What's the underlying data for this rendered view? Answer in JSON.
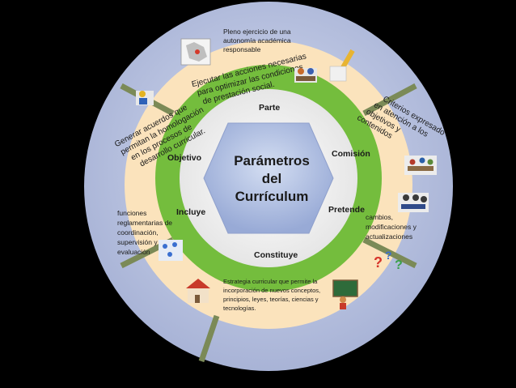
{
  "center": {
    "title_lines": [
      "Parámetros",
      "del",
      "Currículum"
    ]
  },
  "ring_labels": {
    "top": "Parte",
    "upper_left": "Objetivo",
    "upper_right": "Comisión",
    "lower_left": "Incluye",
    "lower_right": "Pretende",
    "bottom": "Constituye"
  },
  "outer_notes": {
    "top": [
      "Pleno ejercicio de una",
      "autonomía académica",
      "responsable"
    ],
    "top_curved": [
      "Ejecutar las acciones necesarias",
      "para optimizar las condiciones",
      "de prestación social."
    ],
    "left_curved": [
      "Generar acuerdos que",
      "permitan la homologación",
      "en los procesos de",
      "desarrollo curricular."
    ],
    "right_curved": [
      "Criterios expresado",
      "en atención a los",
      "objetivos y",
      "contenidos"
    ],
    "left": [
      "funciones",
      "reglamentarias de",
      "coordinación,",
      "supervisión y",
      "evaluación"
    ],
    "right": [
      "cambios,",
      "modificaciones y",
      "actualizaciones"
    ],
    "bottom": [
      "Estrategia curricular que permite la",
      "incorporación de nuevos conceptos,",
      "principios, leyes, teorías, ciencias y",
      "tecnologías."
    ]
  },
  "icons": [
    "map-icon",
    "pencil-pen-icon",
    "meeting-people-icon",
    "workers-icon",
    "team-table-icon",
    "teacher-board-icon",
    "question-marks-icon",
    "network-people-icon",
    "group-table-icon",
    "house-people-icon"
  ],
  "colors": {
    "background": "#000000",
    "outer_ring": "#c4cbe6",
    "beige_band": "#fbe3bc",
    "green_ring": "#74bd3d",
    "inner_disk": "#f2f2f2",
    "hexagon": "#b6c3e3",
    "divider": "#7b8a57"
  }
}
